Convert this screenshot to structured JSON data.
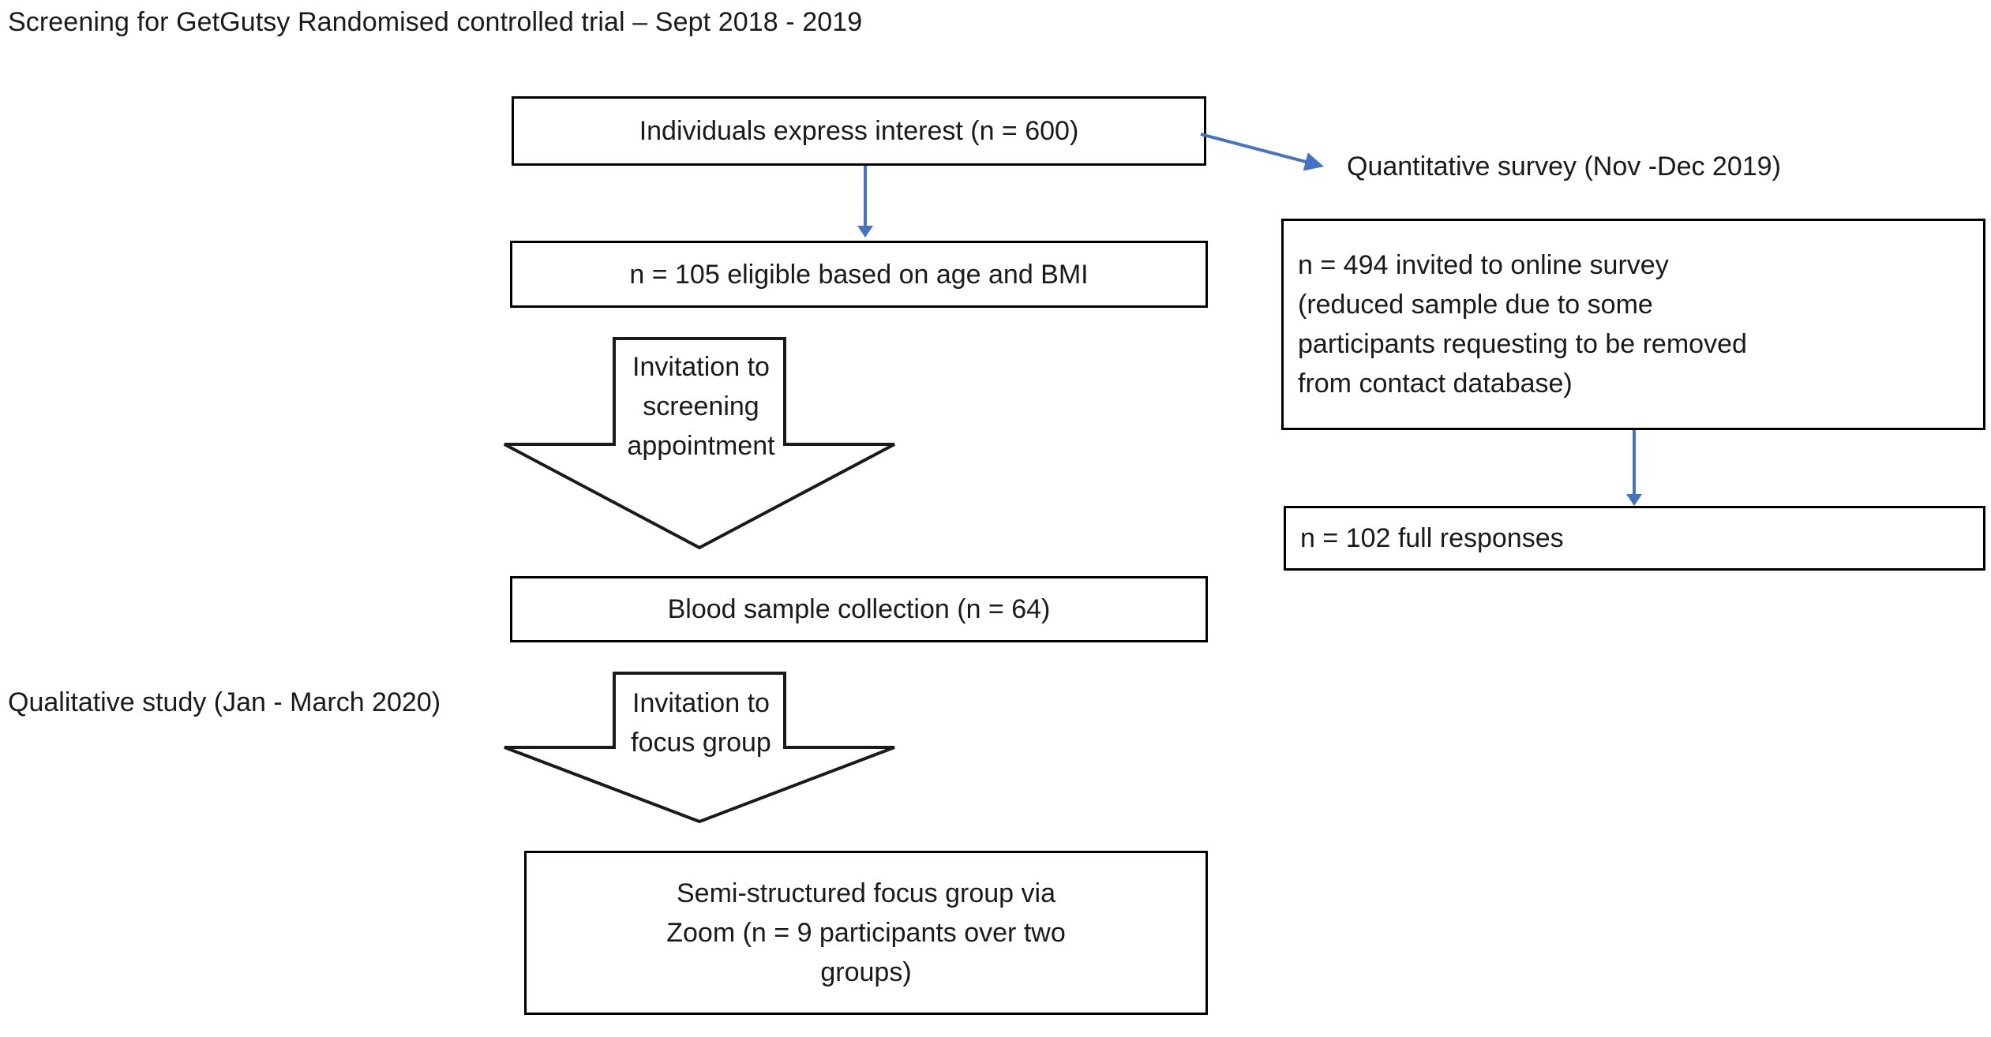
{
  "title": "Screening for GetGutsy Randomised controlled trial – Sept 2018 - 2019",
  "colors": {
    "arrow_blue": "#4472C4",
    "box_border": "#000000",
    "text": "#1a1a1a",
    "background": "#ffffff"
  },
  "left_flow": {
    "box_1": "Individuals express interest (n = 600)",
    "box_2": "n = 105 eligible based on age and BMI",
    "arrow_1_label_line_1": "Invitation to",
    "arrow_1_label_line_2": "screening",
    "arrow_1_label_line_3": "appointment",
    "box_3": "Blood sample collection (n = 64)",
    "arrow_2_label_line_1": "Invitation to",
    "arrow_2_label_line_2": "focus group",
    "box_4_line_1": "Semi-structured focus group via",
    "box_4_line_2": "Zoom (n = 9 participants over two",
    "box_4_line_3": "groups)"
  },
  "right_flow": {
    "heading": "Quantitative survey (Nov -Dec 2019)",
    "box_1_line_1": "n = 494 invited to online survey",
    "box_1_line_2": "(reduced sample due to some",
    "box_1_line_3": "participants requesting to be removed",
    "box_1_line_4": "from contact database)",
    "box_2": "n = 102 full responses"
  },
  "qualitative_label": "Qualitative study (Jan - March 2020)"
}
